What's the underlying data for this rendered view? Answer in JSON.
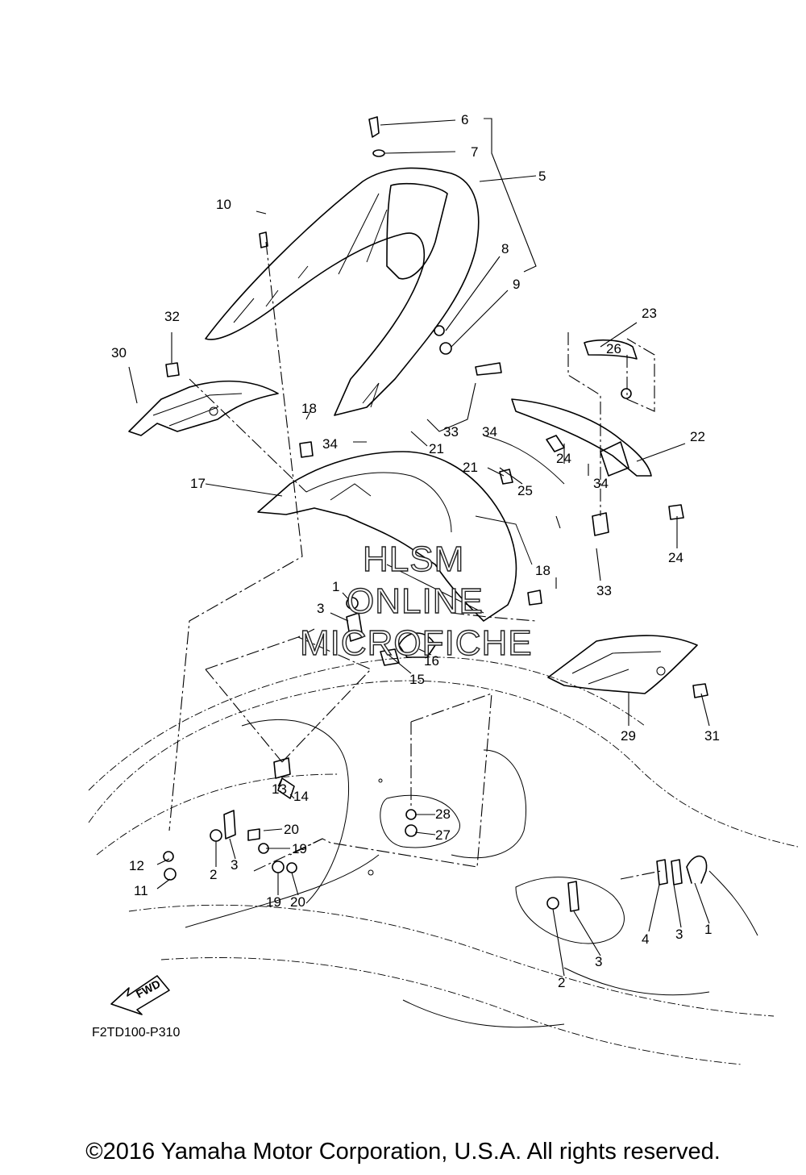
{
  "diagram": {
    "reference_code": "F2TD100-P310",
    "fwd_label": "FWD",
    "watermark": [
      "HLSM",
      "ONLINE",
      "MICROFICHE"
    ],
    "callouts": [
      "6",
      "7",
      "5",
      "10",
      "8",
      "9",
      "32",
      "30",
      "23",
      "26",
      "18",
      "33",
      "34",
      "21",
      "22",
      "17",
      "24",
      "21",
      "25",
      "34",
      "34",
      "24",
      "18",
      "33",
      "1",
      "3",
      "16",
      "15",
      "29",
      "31",
      "14",
      "13",
      "28",
      "20",
      "19",
      "27",
      "12",
      "2",
      "3",
      "11",
      "19",
      "20",
      "1",
      "4",
      "3",
      "3",
      "2"
    ]
  },
  "copyright": "©2016 Yamaha Motor Corporation, U.S.A. All rights reserved."
}
